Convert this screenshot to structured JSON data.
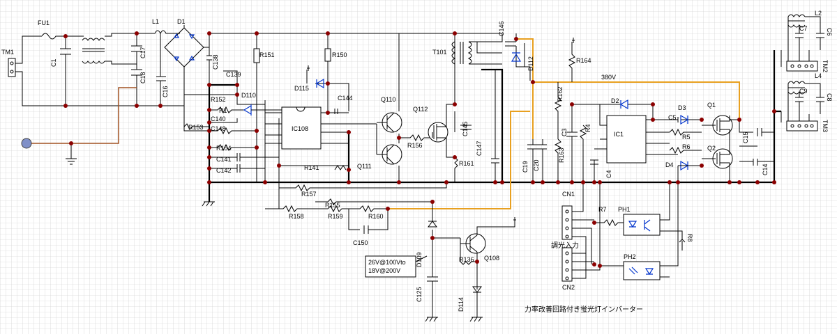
{
  "title": "力率改善回路付き蛍光灯インバーター",
  "annotation_voltage": "380V",
  "zener_note": [
    "26V@100Vto",
    "18V@200V"
  ],
  "dimming_input": "調光入力",
  "colors": {
    "grid": "#c8c8c8",
    "node": "#8b0000",
    "hv_wire": "#e8a020",
    "input_wire": "#a05020",
    "diode": "#0033cc"
  },
  "labels": {
    "TM1": "TM1",
    "FU1": "FU1",
    "C1": "C1",
    "L1": "L1",
    "D1": "D1",
    "C17": "C17",
    "C18": "C18",
    "C16": "C16",
    "C138": "C138",
    "C139": "C139",
    "R151": "R151",
    "R150": "R150",
    "D110": "D110",
    "D115": "D115",
    "C144": "C144",
    "Q110": "Q110",
    "Q112": "Q112",
    "T101": "T101",
    "C146": "C146",
    "D112": "D112",
    "R164": "R164",
    "R162": "R162",
    "R152": "R152",
    "R1": "R1",
    "C140": "C140",
    "C148": "C148",
    "R153": "R153",
    "IC108": "IC108",
    "R154": "R154",
    "C141": "C141",
    "C142": "C142",
    "R141": "R141",
    "Q111": "Q111",
    "R156": "R156",
    "C145": "C145",
    "C147": "C147",
    "R161": "R161",
    "C19": "C19",
    "C20": "C20",
    "R163": "R163",
    "C3": "C3",
    "R4": "R4",
    "C4": "C4",
    "IC1": "IC1",
    "D2": "D2",
    "D3": "D3",
    "C5": "C5",
    "R5": "R5",
    "R6": "R6",
    "D4": "D4",
    "Q1": "Q1",
    "Q2": "Q2",
    "C15": "C15",
    "C14": "C14",
    "L2": "L2",
    "C7": "C7",
    "C6": "C6",
    "TM2": "TM2",
    "L4": "L4",
    "C9": "C9",
    "C8": "C8",
    "TM3": "TM3",
    "R157": "R157",
    "R155": "R155",
    "R158": "R158",
    "R159": "R159",
    "R160": "R160",
    "C150": "C150",
    "D109": "D109",
    "R136": "R136",
    "Q108": "Q108",
    "C125": "C125",
    "D114": "D114",
    "CN1": "CN1",
    "R7": "R7",
    "PH1": "PH1",
    "R8": "R8",
    "CN2": "CN2",
    "PH2": "PH2"
  }
}
